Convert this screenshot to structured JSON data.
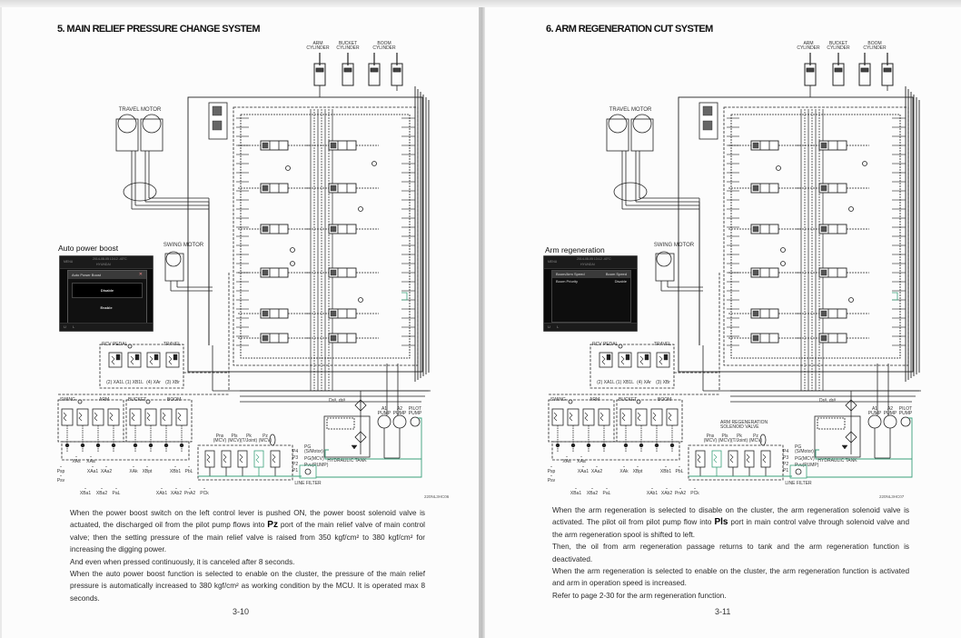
{
  "pages": [
    {
      "title": "5. MAIN RELIEF PRESSURE CHANGE SYSTEM",
      "page_number": "3-10",
      "figure_code": "220NL3HC06",
      "labels": {
        "arm_cylinder": [
          "ARM",
          "CYLINDER"
        ],
        "bucket_cylinder": [
          "BUCKET",
          "CYLINDER"
        ],
        "boom_cylinder": [
          "BOOM",
          "CYLINDER"
        ],
        "travel_motor": "TRAVEL MOTOR",
        "swing_motor": "SWING MOTOR",
        "rcv_pedal": "RCV PEDAL",
        "travel": "TRAVEL",
        "swing": "SWING",
        "arm": "ARM",
        "bucket": "BUCKET",
        "boom": "BOOM",
        "hydraulic_tank": "HYDRAULIC TANK",
        "line_filter": "LINE FILTER",
        "a1_pump": [
          "A1",
          "PUMP"
        ],
        "a2_pump": [
          "A2",
          "PUMP"
        ],
        "pilot_pump": [
          "PILOT",
          "PUMP"
        ],
        "drain": "Dr#, dr#",
        "solenoid_ports": [
          [
            "Pns",
            "(MCV)"
          ],
          [
            "Pls",
            "(MCV)"
          ],
          [
            "Pk",
            "(T/Joint)"
          ],
          [
            "Pz",
            "(MCV)"
          ]
        ],
        "port_labels": [
          "P4",
          "P3",
          "P2",
          "P1"
        ],
        "pg_labels": [
          "PG",
          "(S/Motor)",
          "PG(MCV)",
          "Pvu(PUMP)"
        ],
        "rcv_ports": [
          "(2) XA1L",
          "(1) XB1L",
          "(4) XAr",
          "(3) XBr"
        ],
        "bottom_ports": [
          "Psp",
          "Psv",
          "XAs",
          "XAa",
          "XAa1",
          "XAa2",
          "XBa1",
          "XBa2",
          "PaL",
          "XAk",
          "XBpt",
          "XBb1",
          "PbL",
          "XAb1",
          "XAb2",
          "PnA2",
          "PCk"
        ],
        "solenoid_caption": ""
      },
      "inset": {
        "caption": "Auto power boost",
        "screen": {
          "menu": "MENU",
          "datetime": "2014-08-05 13:12  -40°C",
          "brand": "HYUNDAI",
          "dialog_title": "Auto Power Boost",
          "close": "✕",
          "options": [
            "Disable",
            "Enable"
          ],
          "footer_left": "U",
          "footer_icon": "L"
        }
      },
      "paragraphs": [
        {
          "before": "When the power boost switch on the left control lever is pushed ON, the power boost solenoid valve is actuated, the discharged oil from the pilot pump flows into ",
          "bold": "Pz",
          "after": " port of the main relief valve of main control valve; then the setting pressure of the main relief valve is raised from 350 kgf/cm² to 380 kgf/cm² for increasing the digging power."
        },
        {
          "before": "And even when pressed continuously, it is canceled after 8 seconds.",
          "bold": "",
          "after": ""
        },
        {
          "before": "When the auto power boost function is selected to enable on the cluster, the pressure of the main relief pressure is automatically increased to 380 kgf/cm² as working condition by the MCU. It is operated max 8 seconds.",
          "bold": "",
          "after": ""
        }
      ]
    },
    {
      "title": "6. ARM REGENERATION CUT SYSTEM",
      "page_number": "3-11",
      "figure_code": "220NL3HC07",
      "labels": {
        "arm_cylinder": [
          "ARM",
          "CYLINDER"
        ],
        "bucket_cylinder": [
          "BUCKET",
          "CYLINDER"
        ],
        "boom_cylinder": [
          "BOOM",
          "CYLINDER"
        ],
        "travel_motor": "TRAVEL MOTOR",
        "swing_motor": "SWING MOTOR",
        "rcv_pedal": "RCV PEDAL",
        "travel": "TRAVEL",
        "swing": "SWING",
        "arm": "ARM",
        "bucket": "BUCKET",
        "boom": "BOOM",
        "hydraulic_tank": "HYDRAULIC TANK",
        "line_filter": "LINE FILTER",
        "a1_pump": [
          "A1",
          "PUMP"
        ],
        "a2_pump": [
          "A2",
          "PUMP"
        ],
        "pilot_pump": [
          "PILOT",
          "PUMP"
        ],
        "drain": "Dr#, dr#",
        "solenoid_ports": [
          [
            "Pns",
            "(MCV)"
          ],
          [
            "Pls",
            "(MCV)"
          ],
          [
            "Pk",
            "(T/Joint)"
          ],
          [
            "Pz",
            "(MCV)"
          ]
        ],
        "port_labels": [
          "P4",
          "P3",
          "P2",
          "P1"
        ],
        "pg_labels": [
          "PG",
          "(S/Motor)",
          "PG(MCV)",
          "Pvu(PUMP)"
        ],
        "rcv_ports": [
          "(2) XA1L",
          "(1) XB1L",
          "(4) XAr",
          "(3) XBr"
        ],
        "bottom_ports": [
          "Psp",
          "Psv",
          "XAs",
          "XAa",
          "XAa1",
          "XAa2",
          "XBa1",
          "XBa2",
          "PaL",
          "XAk",
          "XBpt",
          "XBb1",
          "PbL",
          "XAb1",
          "XAb2",
          "PnA2",
          "PCk"
        ],
        "solenoid_caption": "ARM REGENERATION SOLENOID VALVE"
      },
      "inset": {
        "caption": "Arm regeneration",
        "screen": {
          "menu": "MENU",
          "datetime": "2014-08-05 13:12  -40°C",
          "brand": "HYUNDAI",
          "list_title": "Boom/Arm Speed",
          "list_title_value": "Boom Speed",
          "rows": [
            {
              "label": "Boom Priority",
              "value": "Disable"
            }
          ],
          "footer_left": "U",
          "footer_icon": "L"
        }
      },
      "paragraphs": [
        {
          "before": "When the arm regeneration is selected to disable on the cluster, the arm regeneration solenoid valve is activated. The pilot oil from pilot pump flow into ",
          "bold": "Pls",
          "after": " port in main control valve through solenoid valve and the arm regeneration spool is shifted to left."
        },
        {
          "before": "Then, the oil from arm regeneration passage returns to tank and the arm regeneration function is deactivated.",
          "bold": "",
          "after": ""
        },
        {
          "before": "When the arm regeneration is selected to enable on the cluster, the arm regeneration function is activated and arm in operation speed is increased.",
          "bold": "",
          "after": ""
        },
        {
          "before": "Refer to page 2-30 for the arm regeneration function.",
          "bold": "",
          "after": ""
        }
      ]
    }
  ],
  "colors": {
    "highlight_line": "#3aa07a",
    "page_bg": "#fcfcfc",
    "viewer_bg": "#e9e9e9"
  }
}
